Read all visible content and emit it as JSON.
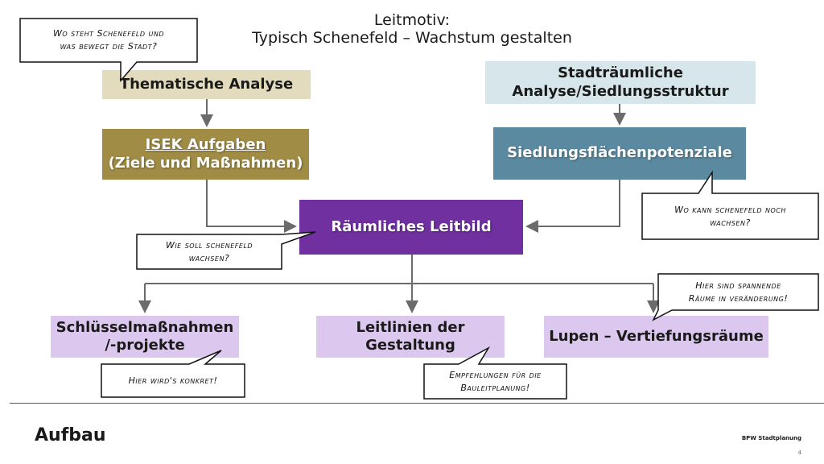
{
  "header": {
    "title_line1": "Leitmotiv:",
    "title_line2": "Typisch Schenefeld – Wachstum gestalten"
  },
  "boxes": {
    "thematische": {
      "label": "Thematische Analyse"
    },
    "isek": {
      "line1": "ISEK Aufgaben",
      "line2": "(Ziele und Maßnahmen)"
    },
    "stadtraeumliche": {
      "line1": "Stadträumliche",
      "line2": "Analyse/Siedlungsstruktur"
    },
    "siedlung": {
      "label": "Siedlungsflächenpotenziale"
    },
    "leitbild": {
      "label": "Räumliches Leitbild"
    },
    "schluessel": {
      "line1": "Schlüsselmaßnahmen",
      "line2": "/-projekte"
    },
    "leitlinien": {
      "line1": "Leitlinien der",
      "line2": "Gestaltung"
    },
    "lupen": {
      "label": "Lupen – Vertiefungsräume"
    }
  },
  "bubbles": {
    "wo_steht": {
      "line1": "Wo steht Schenefeld und",
      "line2": "was bewegt die Stadt?"
    },
    "wo_kann": {
      "line1": "Wo kann schenefeld noch",
      "line2": "wachsen?"
    },
    "wie_soll": {
      "line1": "Wie soll schenefeld",
      "line2": "wachsen?"
    },
    "hier_sind": {
      "line1": "Hier sind spannende",
      "line2": "Räume in veränderung!"
    },
    "hier_wirds": {
      "line1": "Hier wird's konkret!"
    },
    "empfehlungen": {
      "line1": "Empfehlungen für die",
      "line2": "Bauleitplanung!"
    }
  },
  "footer": {
    "section_title": "Aufbau",
    "brand": "BPW Stadtplanung",
    "page_number": "4"
  },
  "colors": {
    "thematische": "#e2dbbe",
    "isek": "#a08c45",
    "stadtraeumliche": "#d6e6ea",
    "siedlung": "#5b8aa0",
    "leitbild": "#7030a0",
    "result": "#dcc8ef",
    "connector": "#6b6b6b"
  }
}
